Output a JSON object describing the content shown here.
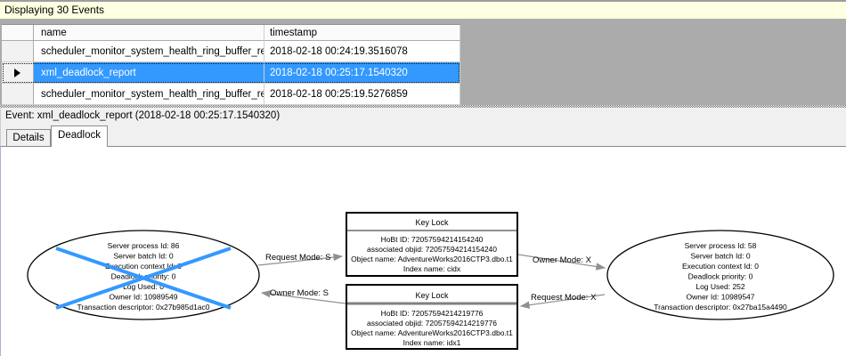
{
  "window": {
    "info_bar": "Displaying 30 Events"
  },
  "grid": {
    "columns": [
      "name",
      "timestamp"
    ],
    "rows": [
      {
        "name": "scheduler_monitor_system_health_ring_buffer_recorded",
        "timestamp": "2018-02-18 00:24:19.3516078",
        "selected": false
      },
      {
        "name": "xml_deadlock_report",
        "timestamp": "2018-02-18 00:25:17.1540320",
        "selected": true
      },
      {
        "name": "scheduler_monitor_system_health_ring_buffer_recorded",
        "timestamp": "2018-02-18 00:25:19.5276859",
        "selected": false
      }
    ]
  },
  "event_bar": {
    "label": "Event: xml_deadlock_report (2018-02-18 00:25:17.1540320)"
  },
  "tabs": [
    {
      "label": "Details",
      "active": false
    },
    {
      "label": "Deadlock",
      "active": true
    }
  ],
  "colors": {
    "selection_blue": "#3399ff",
    "victim_cross_blue": "#3399ff",
    "info_bar_yellow": "#ffffe1",
    "panel_gray": "#ababab",
    "edge_gray": "#909090"
  },
  "diagram": {
    "processes": [
      {
        "role": "victim-process",
        "crossed_out": true,
        "lines": [
          "Server process Id: 86",
          "Server batch Id: 0",
          "Execution context Id: 0",
          "Deadlock priority: 0",
          "Log Used: 0",
          "Owner Id: 10989549",
          "Transaction descriptor: 0x27b985d1ac0"
        ]
      },
      {
        "role": "surviving-process",
        "crossed_out": false,
        "lines": [
          "Server process Id: 58",
          "Server batch Id: 0",
          "Execution context Id: 0",
          "Deadlock priority: 0",
          "Log Used: 252",
          "Owner Id: 10989547",
          "Transaction descriptor: 0x27ba15a4490"
        ]
      }
    ],
    "resources": [
      {
        "title": "Key Lock",
        "lines": [
          "HoBt ID: 72057594214154240",
          "associated objid: 72057594214154240",
          "Object name: AdventureWorks2016CTP3.dbo.t1",
          "Index name: cidx"
        ]
      },
      {
        "title": "Key Lock",
        "lines": [
          "HoBt ID: 72057594214219776",
          "associated objid: 72057594214219776",
          "Object name: AdventureWorks2016CTP3.dbo.t1",
          "Index name: idx1"
        ]
      }
    ],
    "edges": [
      {
        "label": "Request Mode: S"
      },
      {
        "label": "Owner Mode: S"
      },
      {
        "label": "Owner Mode: X"
      },
      {
        "label": "Request Mode: X"
      }
    ]
  }
}
